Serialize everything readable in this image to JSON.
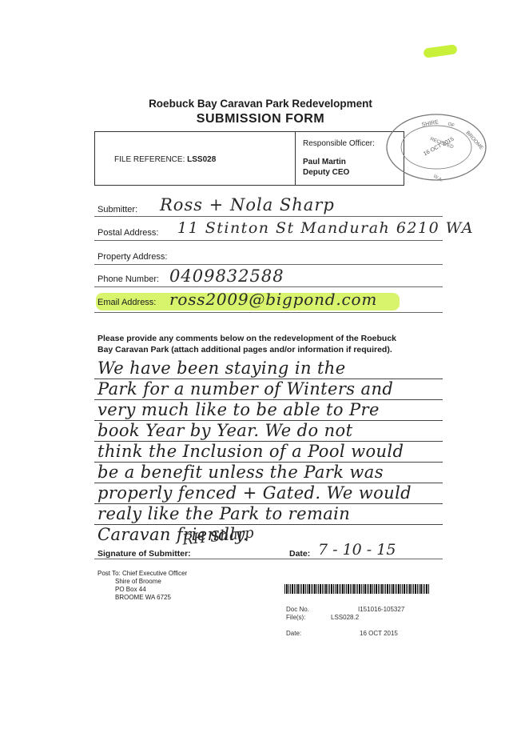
{
  "header": {
    "title": "Roebuck Bay Caravan Park Redevelopment",
    "form_title": "SUBMISSION FORM"
  },
  "ref_box": {
    "file_reference_label": "FILE REFERENCE:",
    "file_reference_value": "LSS028",
    "responsible_officer_label": "Responsible Officer:",
    "officer_name": "Paul Martin",
    "officer_title": "Deputy CEO"
  },
  "stamp": {
    "top": "SHIRE",
    "of": "OF",
    "broome": "BROOME",
    "received": "RECEIVED",
    "date": "16 OCT 2015",
    "wa": "W.A."
  },
  "fields": {
    "submitter_label": "Submitter:",
    "submitter_value": "Ross + Nola Sharp",
    "postal_label": "Postal Address:",
    "postal_value": "11 Stinton St   Mandurah 6210 WA",
    "property_label": "Property Address:",
    "property_value": "",
    "phone_label": "Phone Number:",
    "phone_value": "0409832588",
    "email_label": "Email Address:",
    "email_value": "ross2009@bigpond.com"
  },
  "comments": {
    "prompt_line1": "Please provide any comments below on the redevelopment of the Roebuck",
    "prompt_line2": "Bay Caravan Park (attach additional pages and/or information if required).",
    "lines": [
      "We have been staying in the",
      "Park for a number of Winters and",
      "very much like to be able to Pre",
      "book Year by Year. We do not",
      "think the Inclusion of a Pool would",
      "be a benefit unless the Park was",
      "properly fenced + Gated. We would",
      "realy like the Park to remain",
      "Caravan friendly."
    ]
  },
  "signature": {
    "label": "Signature of Submitter:",
    "value": "RH Sharp",
    "date_label": "Date:",
    "date_value": "7 - 10 - 15"
  },
  "post_to": {
    "line1": "Post To: Chief Executive Officer",
    "line2": "Shire of Broome",
    "line3": "PO Box 44",
    "line4": "BROOME  WA  6725"
  },
  "doc_meta": {
    "doc_no_label": "Doc No.",
    "doc_no_value": "I151016-105327",
    "file_label": "File(s):",
    "file_value": "LSS028.2",
    "date_label": "Date:",
    "date_value": "16 OCT 2015"
  },
  "colors": {
    "highlight": "#d4f25c",
    "ink": "#222222"
  }
}
